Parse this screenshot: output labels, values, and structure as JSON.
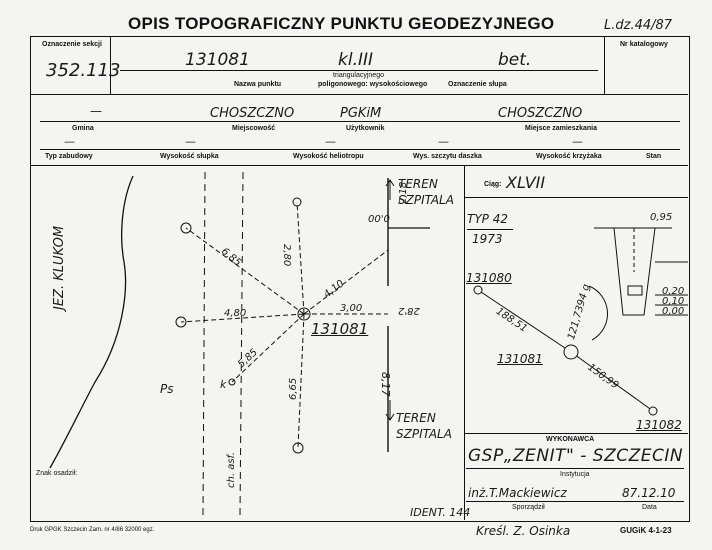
{
  "header": {
    "title": "OPIS TOPOGRAFICZNY PUNKTU GEODEZYJNEGO",
    "ldz": "L.dz.44/87"
  },
  "row1": {
    "section_label": "Oznaczenie sekcji",
    "section_value": "352.113",
    "point_number": "131081",
    "point_class": "kl.III",
    "marker": "bet.",
    "nr_katalogowy_label": "Nr katalogowy",
    "nazwa_label": "Nazwa punktu",
    "triangulacyjnego": "triangulacyjnego",
    "poligonowego": "poligonowego: wysokościowego",
    "oznaczenie_slupa": "Oznaczenie słupa"
  },
  "row2": {
    "gmina_value": "—",
    "miejscowosc_value": "CHOSZCZNO",
    "uzytkownik_value": "PGKiM",
    "zamieszkania_value": "CHOSZCZNO",
    "gmina_label": "Gmina",
    "miejscowosc_label": "Miejscowość",
    "uzytkownik_label": "Użytkownik",
    "zamieszkania_label": "Miejsce zamieszkania"
  },
  "row3": {
    "typ_zabudowy": "Typ zabudowy",
    "wys_slupa": "Wysokość słupka",
    "wys_heliotropu": "Wysokość heliotropu",
    "wys_szczytu": "Wys. szczytu daszka",
    "wys_krzyzaka": "Wysokość krzyżaka",
    "stan": "Stan",
    "dash": "—"
  },
  "sketch": {
    "lake_label": "JEZ. KLUKOM",
    "teren_top": "TEREN\nSZPITALA",
    "teren_bottom": "TEREN\nSZPITALA",
    "ps": "Ps",
    "k": "k",
    "point": "131081",
    "ch_asf": "ch. asf.",
    "d_685": "6,85",
    "d_280": "2,80",
    "d_410": "4,10",
    "d_480": "4,80",
    "d_300": "3,00",
    "d_282": "28'2",
    "d_585": "5,85",
    "d_665": "6,65",
    "d_00": "00'0",
    "d_218": "2,18",
    "d_817": "8,17",
    "ident": "IDENT. 144",
    "znak_osadzil": "Znak osadził:"
  },
  "right_panel": {
    "ciag_label": "Ciąg:",
    "ciag_value": "XLVII",
    "typ": "TYP 42",
    "year": "1973",
    "dim_095": "0,95",
    "dim_020": "0,20",
    "dim_010": "0,10",
    "dim_000": "0,00",
    "p_131080": "131080",
    "p_131081": "131081",
    "p_131082": "131082",
    "dist_1": "188,51",
    "dist_2": "150,99",
    "angle": "121,7394 g"
  },
  "footer": {
    "wykonawca_label": "WYKONAWCA",
    "wykonawca_value": "GSP„ZENIT\" - SZCZECIN",
    "instytucja_label": "Instytucja",
    "sporzadzil_value": "inż.T.Mackiewicz",
    "date_value": "87.12.10",
    "sporzadzil_label": "Sporządził",
    "data_label": "Data",
    "kresl": "Kreśl. Z. Osinka",
    "druk": "Druk GPGK Szczecin Zam. nr 4/86 32000 egz.",
    "gugik": "GUGiK 4-1-23"
  }
}
